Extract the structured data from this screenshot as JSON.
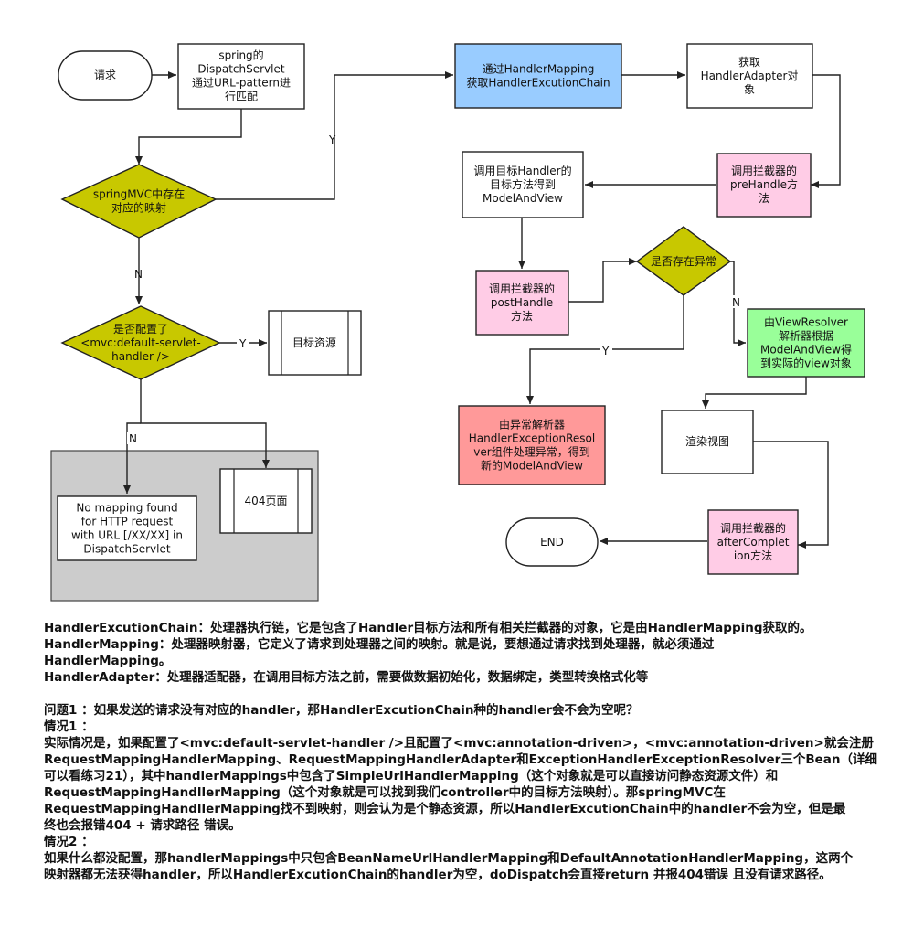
{
  "nodes": {
    "request": [
      "请求"
    ],
    "dispatch_servlet": [
      "spring的",
      "DispatchServlet",
      "通过URL-pattern进",
      "行匹配"
    ],
    "springmvc_mapping": [
      "springMVC中存在",
      "对应的映射"
    ],
    "default_servlet": [
      "是否配置了",
      "<mvc:default-servlet-",
      "handler />"
    ],
    "target_resource": [
      "目标资源"
    ],
    "no_mapping": [
      "No mapping found",
      "for HTTP request",
      "with URL [/XX/XX] in",
      "DispatchServlet"
    ],
    "page_404": [
      "404页面"
    ],
    "handler_mapping": [
      "通过HandlerMapping",
      "获取HandlerExcutionChain"
    ],
    "handler_adapter": [
      "获取",
      "HandlerAdapter对",
      "象"
    ],
    "pre_handle": [
      "调用拦截器的",
      "preHandle方",
      "法"
    ],
    "invoke_handler": [
      "调用目标Handler的",
      "目标方法得到",
      "ModelAndView"
    ],
    "post_handle": [
      "调用拦截器的",
      "postHandle",
      "方法"
    ],
    "exception_check": [
      "是否存在异常"
    ],
    "exception_resolver": [
      "由异常解析器",
      "HandlerExceptionResol",
      "ver组件处理异常，得到",
      "新的ModelAndView"
    ],
    "view_resolver": [
      "由ViewResolver",
      "解析器根据",
      "ModelAndView得",
      "到实际的view对象"
    ],
    "render_view": [
      "渲染视图"
    ],
    "after_completion": [
      "调用拦截器的",
      "afterComplet",
      "ion方法"
    ],
    "end": [
      "END"
    ]
  },
  "edge_labels": {
    "mapping_yes": "Y",
    "mapping_no": "N",
    "default_yes": "Y",
    "default_no": "N",
    "exception_yes": "Y",
    "exception_no": "N"
  },
  "colors": {
    "olive_diamond": "#c8c800",
    "blue_box": "#99ccff",
    "pink_box": "#ffcce6",
    "red_box": "#ff9999",
    "green_box": "#99ff99",
    "gray_panel": "#cccccc"
  },
  "notes": {
    "line1": "HandlerExcutionChain：处理器执行链，它是包含了Handler目标方法和所有相关拦截器的对象，它是由HandlerMapping获取的。",
    "line2": "HandlerMapping：处理器映射器，它定义了请求到处理器之间的映射。就是说，要想通过请求找到处理器，就必须通过",
    "line3": "HandlerMapping。",
    "line4": "HandlerAdapter：处理器适配器，在调用目标方法之前，需要做数据初始化，数据绑定，类型转换格式化等",
    "line5": "问题1 ：如果发送的请求没有对应的handler，那HandlerExcutionChain种的handler会不会为空呢？",
    "line6": "情况1 ：",
    "line7": "实际情况是，如果配置了<mvc:default-servlet-handler />且配置了<mvc:annotation-driven>，<mvc:annotation-driven>就会注册",
    "line8": "RequestMappingHandlerMapping、RequestMappingHandlerAdapter和ExceptionHandlerExceptionResolver三个Bean（详细",
    "line9": "可以看练习21），其中handlerMappings中包含了SimpleUrlHandlerMapping（这个对象就是可以直接访问静态资源文件）和",
    "line10": "RequestMappingHandllerMapping（这个对象就是可以找到我们controller中的目标方法映射）。那springMVC在",
    "line11": "RequestMappingHandllerMapping找不到映射，则会认为是个静态资源，所以HandlerExcutionChain中的handler不会为空，但是最",
    "line12": "终也会报错404 + 请求路径 错误。",
    "line13": "情况2 ：",
    "line14": "如果什么都没配置，那handlerMappings中只包含BeanNameUrlHandlerMapping和DefaultAnnotationHandlerMapping，这两个",
    "line15": "映射器都无法获得handler，所以HandlerExcutionChain的handler为空，doDispatch会直接return 并报404错误 且没有请求路径。"
  }
}
